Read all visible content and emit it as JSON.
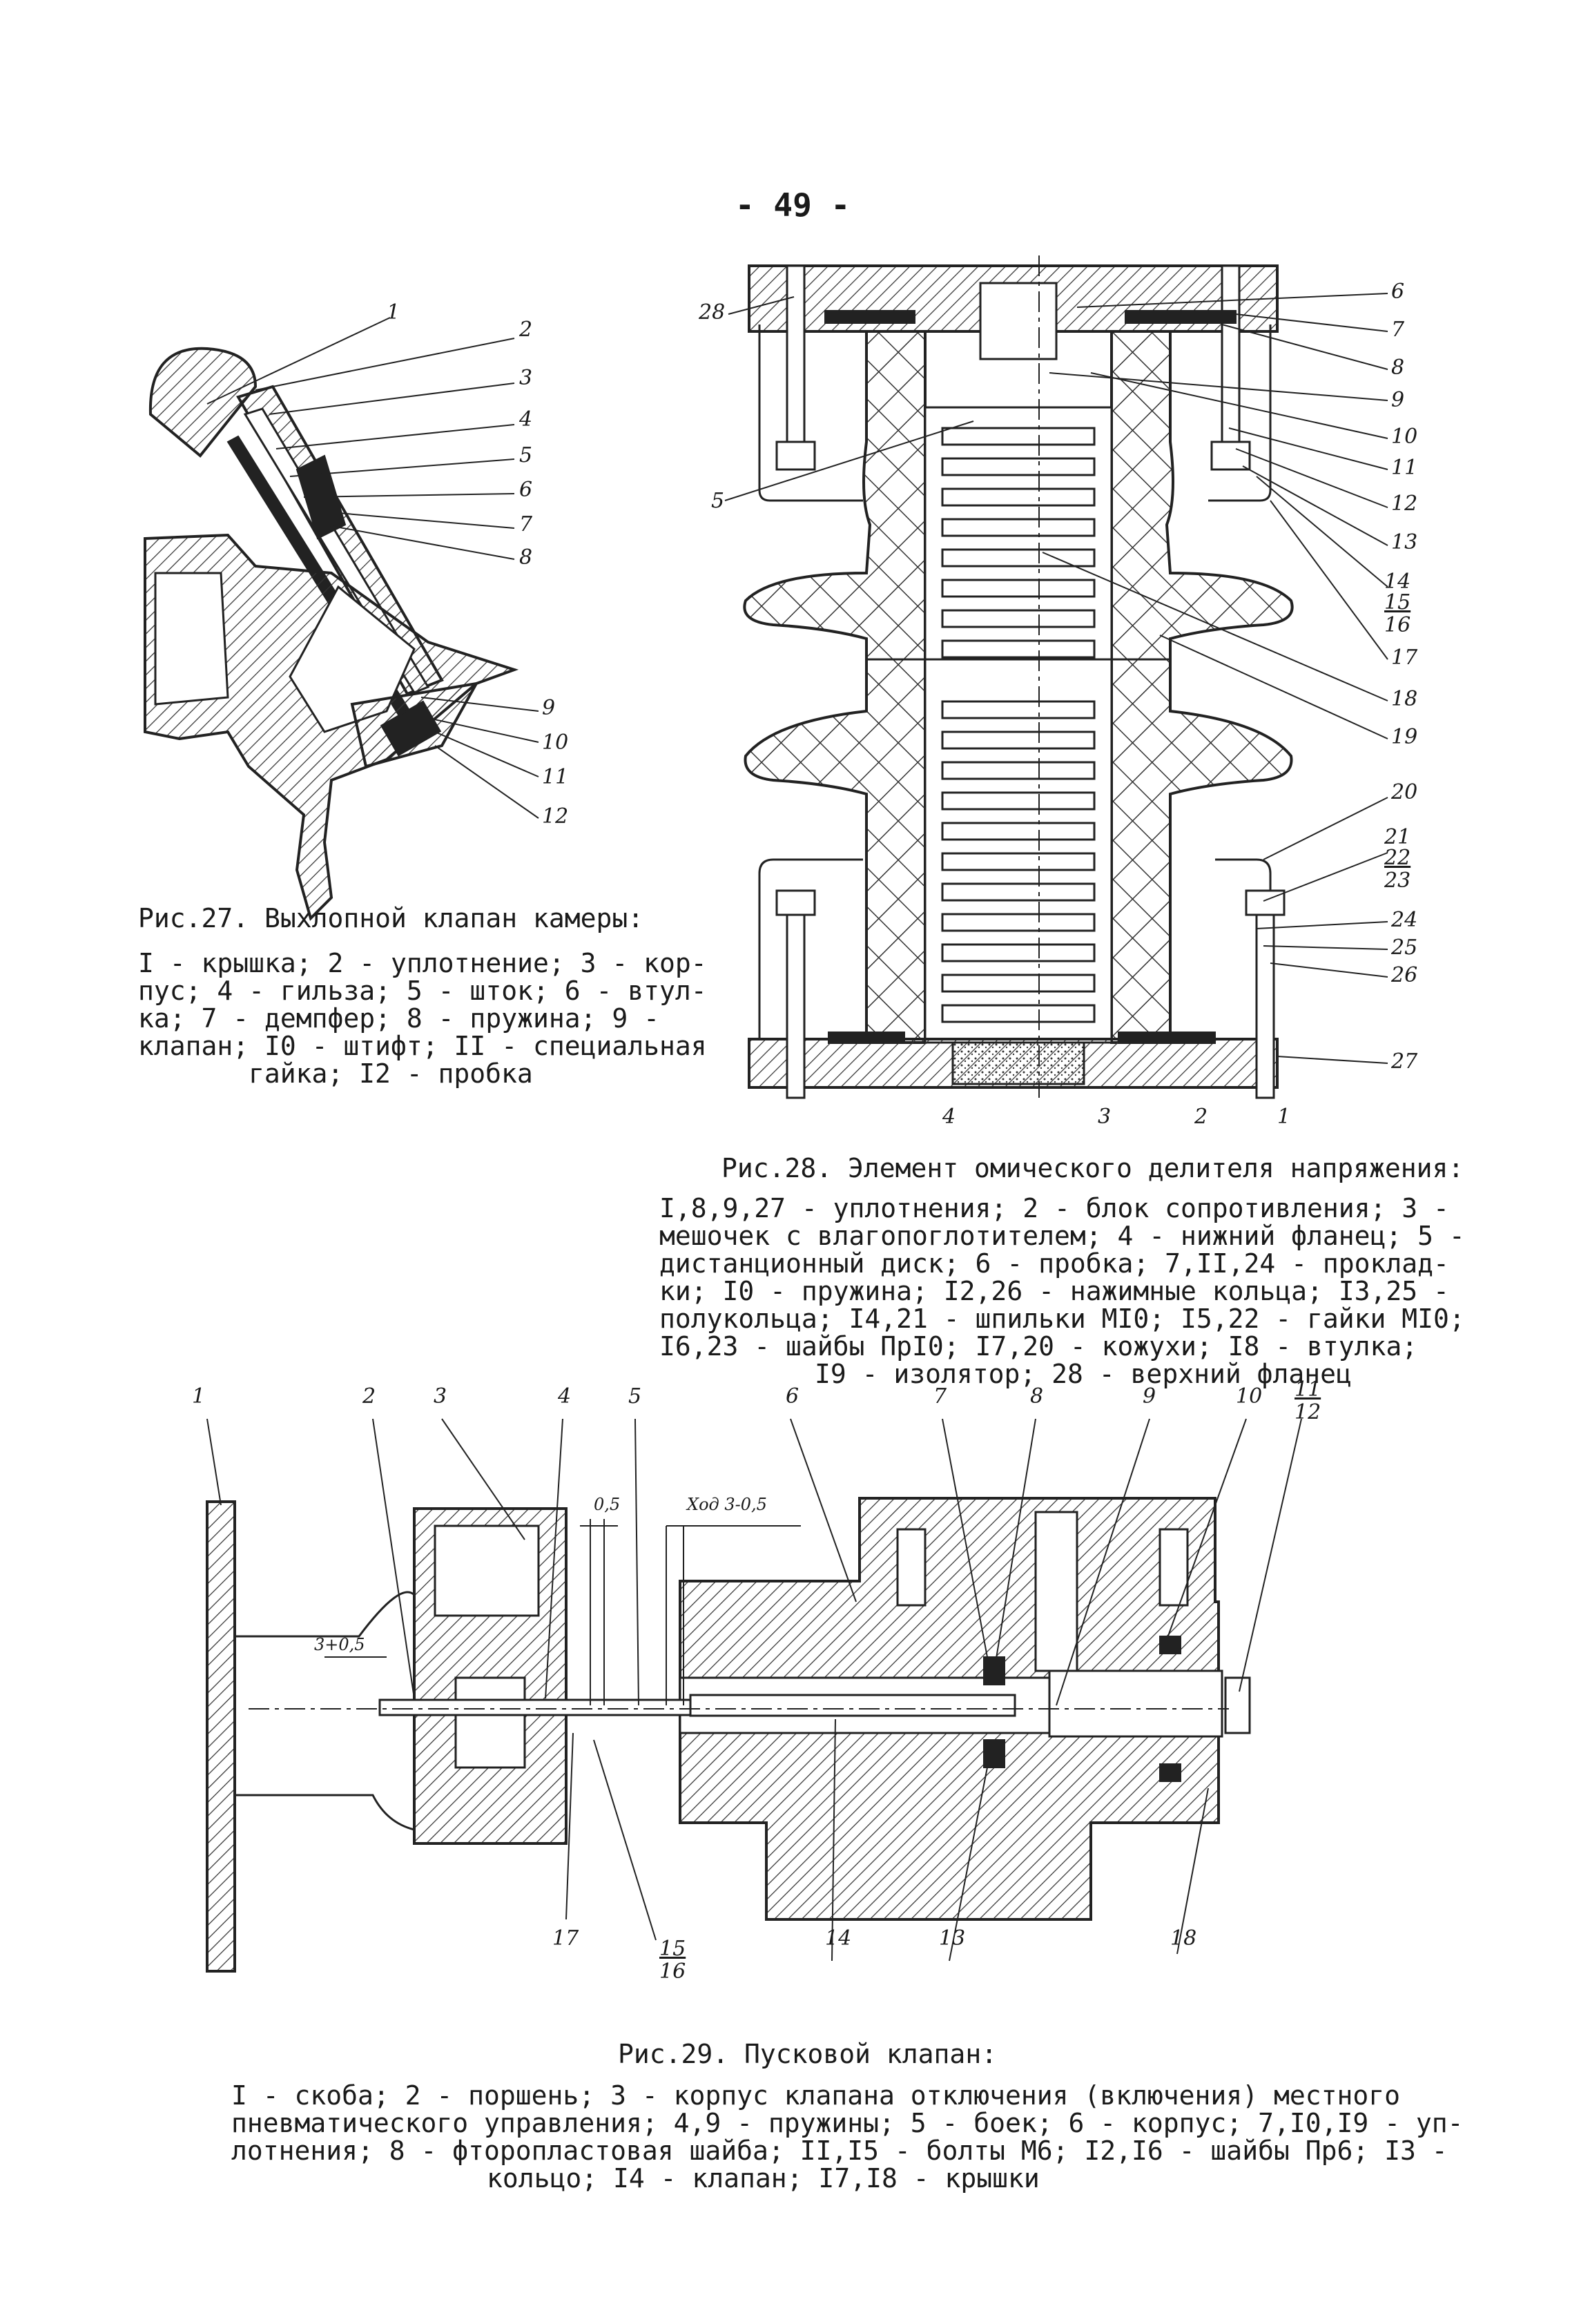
{
  "page_number": "- 49 -",
  "fig27": {
    "title": "Рис.27. Выхлопной клапан камеры:",
    "lines": [
      "I - крышка; 2 - уплотнение; 3 - кор-",
      "пус; 4 - гильза; 5 - шток; 6 - втул-",
      "ка; 7 - демпфер; 8 - пружина; 9 -",
      "клапан; I0 - штифт; II - специальная",
      "гайка; I2 - пробка"
    ],
    "labels": [
      "1",
      "2",
      "3",
      "4",
      "5",
      "6",
      "7",
      "8",
      "9",
      "10",
      "11",
      "12"
    ]
  },
  "fig28": {
    "title": "Рис.28. Элемент омического делителя напряжения:",
    "lines": [
      "I,8,9,27 - уплотнения; 2 - блок сопротивления; 3 -",
      "мешочек с влагопоглотителем; 4 - нижний фланец; 5 -",
      "дистанционный диск; 6 - пробка; 7,II,24 - проклад-",
      "ки; I0 - пружина; I2,26 - нажимные кольца; I3,25 -",
      "полукольца; I4,21 - шпильки MI0; I5,22 - гайки MI0;",
      "I6,23 - шайбы ПрI0; I7,20 - кожухи; I8 - втулка;",
      "I9 - изолятор; 28 - верхний фланец"
    ],
    "labels": {
      "l28": "28",
      "l5": "5",
      "l6": "6",
      "l7": "7",
      "l8": "8",
      "l9": "9",
      "l10": "10",
      "l11": "11",
      "l12": "12",
      "l13": "13",
      "l14": "14",
      "l15": "15",
      "l16": "16",
      "l17": "17",
      "l18": "18",
      "l19": "19",
      "l20": "20",
      "l21": "21",
      "l22": "22",
      "l23": "23",
      "l24": "24",
      "l25": "25",
      "l26": "26",
      "l27": "27",
      "l4": "4",
      "l3": "3",
      "l2": "2",
      "l1": "1"
    }
  },
  "fig29": {
    "title": "Рис.29. Пусковой клапан:",
    "lines": [
      "I - скоба; 2 - поршень; 3 - корпус клапана отключения (включения) местного",
      "пневматического управления; 4,9 - пружины; 5 - боек; 6 - корпус; 7,I0,I9 - уп-",
      "лотнения; 8 - фторопластовая шайба; II,I5 - болты M6; I2,I6 - шайбы Пр6; I3 -",
      "кольцо; I4 - клапан; I7,I8 - крышки"
    ],
    "labels": {
      "t1": "1",
      "t2": "2",
      "t3": "3",
      "t4": "4",
      "t5": "5",
      "t6": "6",
      "t7": "7",
      "t8": "8",
      "t9": "9",
      "t10": "10",
      "t11": "11",
      "t12": "12",
      "b17": "17",
      "b15": "15",
      "b16": "16",
      "b14": "14",
      "b13": "13",
      "b18": "18"
    },
    "dims": {
      "gap": "0,5",
      "stroke": "Ход 3-0,5",
      "piston": "3+0,5"
    }
  }
}
